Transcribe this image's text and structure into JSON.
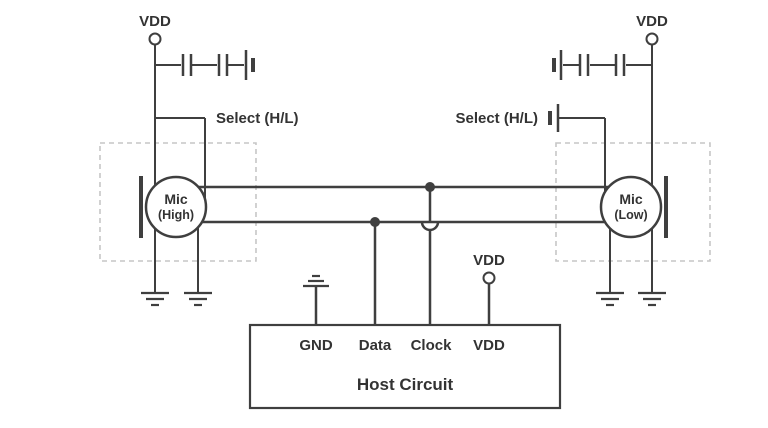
{
  "diagram": {
    "colors": {
      "line": "#3f3f3f",
      "text": "#333333",
      "dashed_box": "#c6c6c6",
      "background": "#ffffff"
    },
    "left_mic": {
      "vdd_label": "VDD",
      "select_label": "Select (H/L)",
      "name_line1": "Mic",
      "name_line2": "(High)"
    },
    "right_mic": {
      "vdd_label": "VDD",
      "select_label": "Select (H/L)",
      "name_line1": "Mic",
      "name_line2": "(Low)"
    },
    "host": {
      "vdd_label": "VDD",
      "pins": [
        "GND",
        "Data",
        "Clock",
        "VDD"
      ],
      "title": "Host Circuit"
    }
  }
}
